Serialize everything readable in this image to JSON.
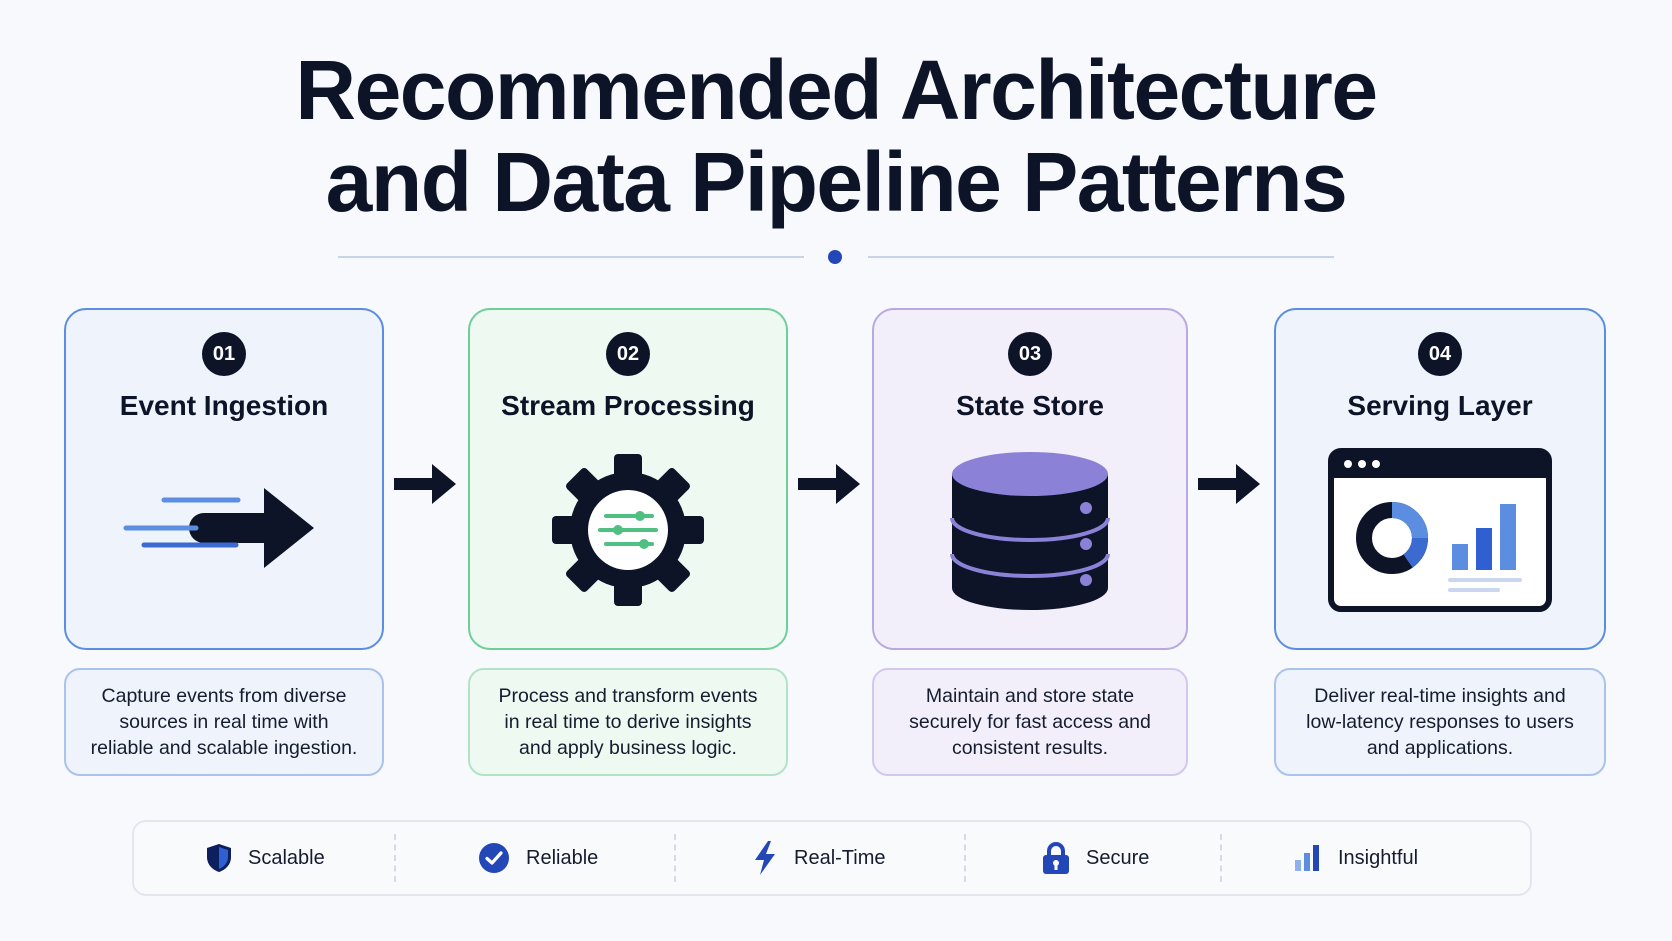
{
  "title": {
    "line1": "Recommended Architecture",
    "line2": "and Data Pipeline Patterns"
  },
  "colors": {
    "dark": "#0d1428",
    "blue": "#4a7fd6",
    "green": "#6fcf97",
    "purple": "#b9a9e3",
    "accent": "#2447b8"
  },
  "steps": [
    {
      "number": "01",
      "title": "Event Ingestion",
      "icon": "arrow-right-speed-icon",
      "description": [
        "Capture events from diverse",
        "sources in real time with",
        "reliable and scalable ingestion."
      ]
    },
    {
      "number": "02",
      "title": "Stream Processing",
      "icon": "gear-sliders-icon",
      "description": [
        "Process and transform events",
        "in real time to derive insights",
        "and apply business logic."
      ]
    },
    {
      "number": "03",
      "title": "State Store",
      "icon": "database-icon",
      "description": [
        "Maintain and store state",
        "securely for fast access and",
        "consistent results."
      ]
    },
    {
      "number": "04",
      "title": "Serving Layer",
      "icon": "dashboard-window-icon",
      "description": [
        "Deliver real-time insights and",
        "low-latency responses to users",
        "and applications."
      ]
    }
  ],
  "features": [
    {
      "label": "Scalable",
      "icon": "shield-icon"
    },
    {
      "label": "Reliable",
      "icon": "check-circle-icon"
    },
    {
      "label": "Real-Time",
      "icon": "lightning-icon"
    },
    {
      "label": "Secure",
      "icon": "lock-icon"
    },
    {
      "label": "Insightful",
      "icon": "bar-chart-icon"
    }
  ]
}
